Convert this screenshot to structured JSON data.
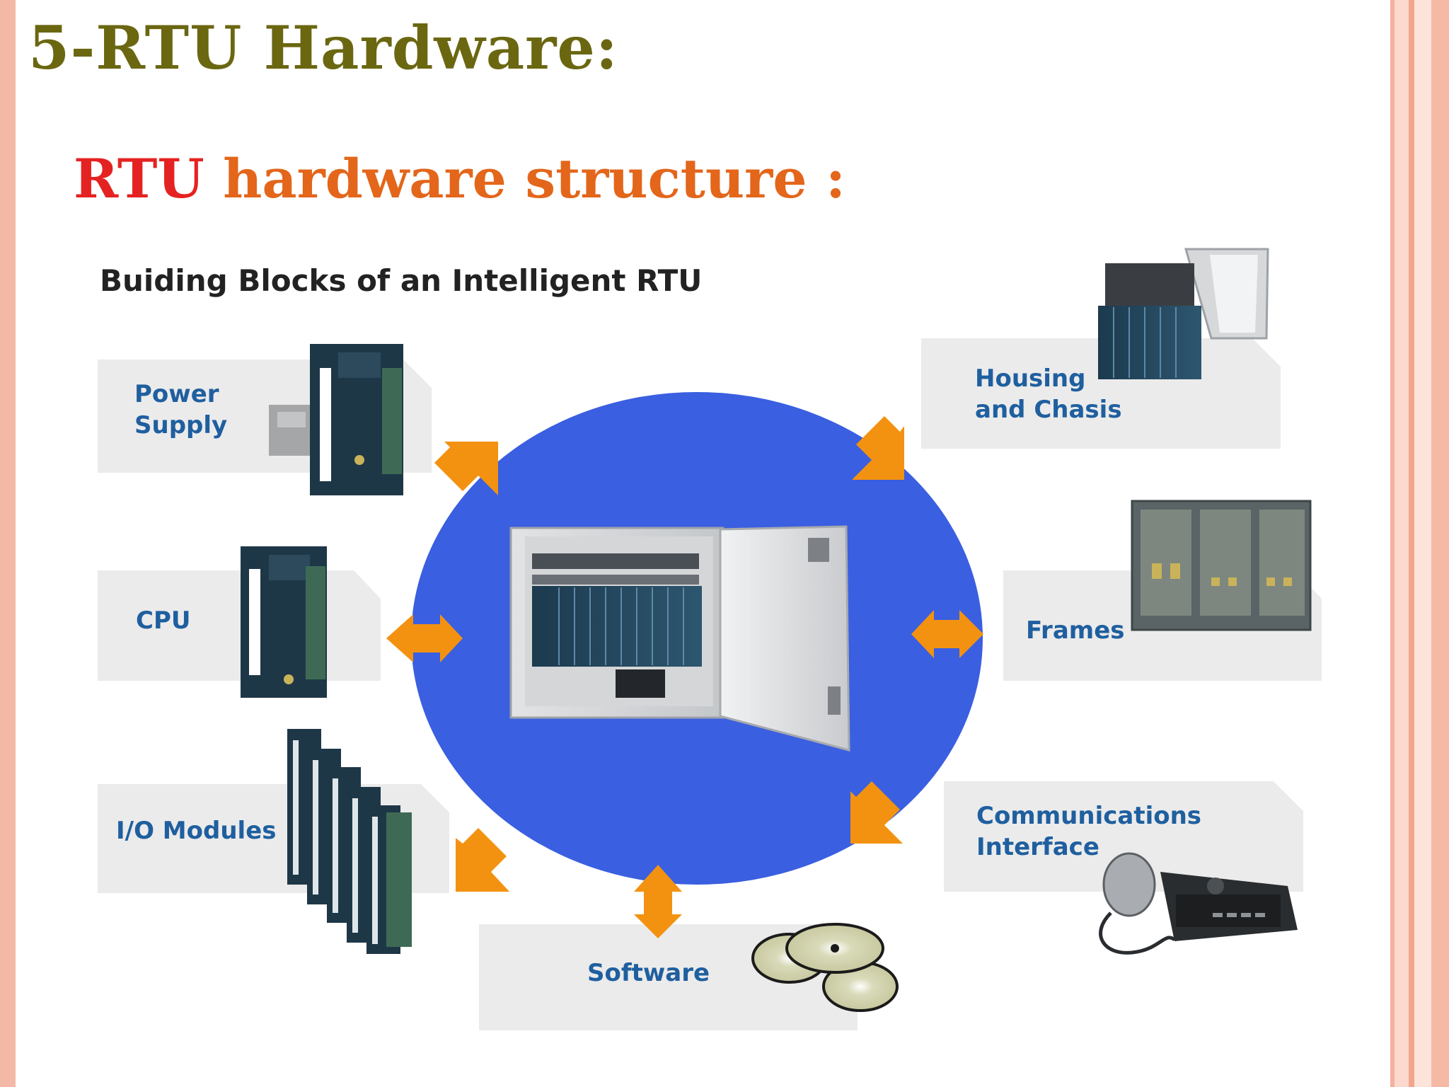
{
  "slide": {
    "title": "5-RTU Hardware:",
    "subtitle_red": "RTU",
    "subtitle_orange": "hardware structure :"
  },
  "diagram": {
    "title": "Buiding Blocks of an Intelligent RTU",
    "blocks": {
      "power_supply": [
        "Power",
        "Supply"
      ],
      "cpu": "CPU",
      "io_modules": "I/O Modules",
      "software": "Software",
      "housing": [
        "Housing",
        "and Chasis"
      ],
      "frames": "Frames",
      "communications": [
        "Communications",
        "Interface"
      ]
    }
  },
  "colors": {
    "title": "#6b6711",
    "subtitle_red": "#e52222",
    "subtitle_orange": "#e3661b",
    "circle": "#3a5fe0",
    "arrow": "#f39210",
    "block_bg": "#ebebeb",
    "block_label": "#1f5f9f"
  }
}
